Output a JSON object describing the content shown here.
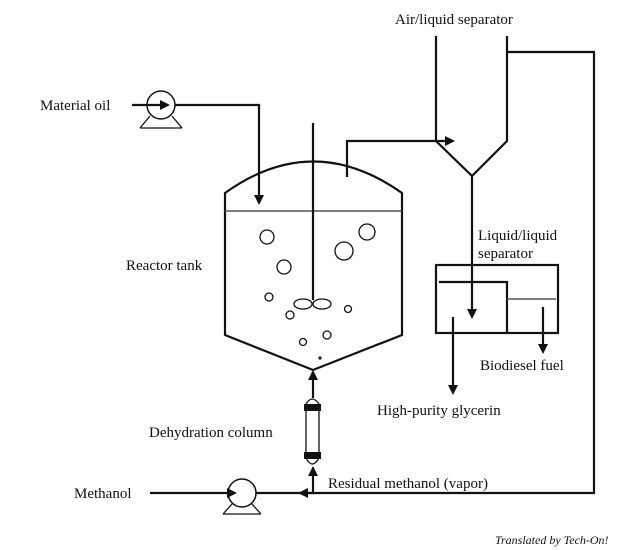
{
  "labels": {
    "air_liquid_separator": "Air/liquid separator",
    "material_oil": "Material oil",
    "reactor_tank": "Reactor tank",
    "liquid_liquid_separator_1": "Liquid/liquid",
    "liquid_liquid_separator_2": "separator",
    "biodiesel_fuel": "Biodiesel fuel",
    "high_purity_glycerin": "High-purity glycerin",
    "dehydration_column": "Dehydration column",
    "methanol": "Methanol",
    "residual_methanol": "Residual methanol (vapor)"
  },
  "credit": "Translated by Tech-On!",
  "colors": {
    "line": "#111111",
    "background": "#ffffff"
  }
}
